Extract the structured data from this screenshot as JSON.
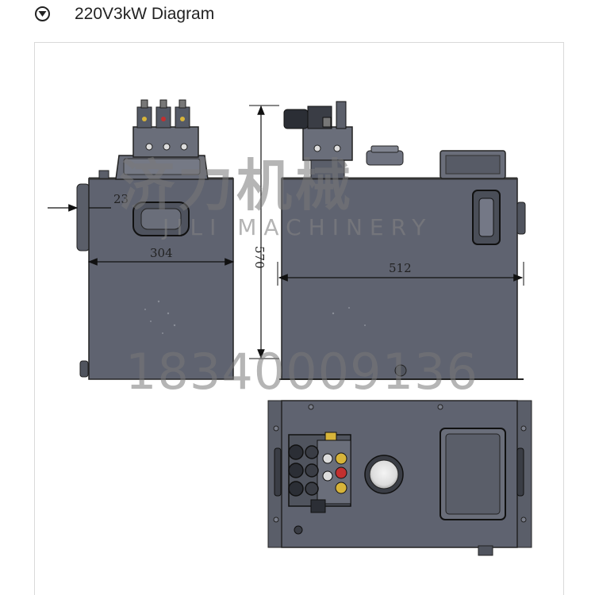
{
  "header": {
    "toggle_icon": "chevron-down-circle-icon",
    "title": "220V3kW Diagram"
  },
  "diagram": {
    "dimensions": {
      "side_tab": "23",
      "side_width": "304",
      "height": "570",
      "front_width": "512"
    },
    "watermark": {
      "brand_cn": "济力机械",
      "brand_en": "JILI MACHINERY",
      "phone": "18340009136"
    }
  }
}
